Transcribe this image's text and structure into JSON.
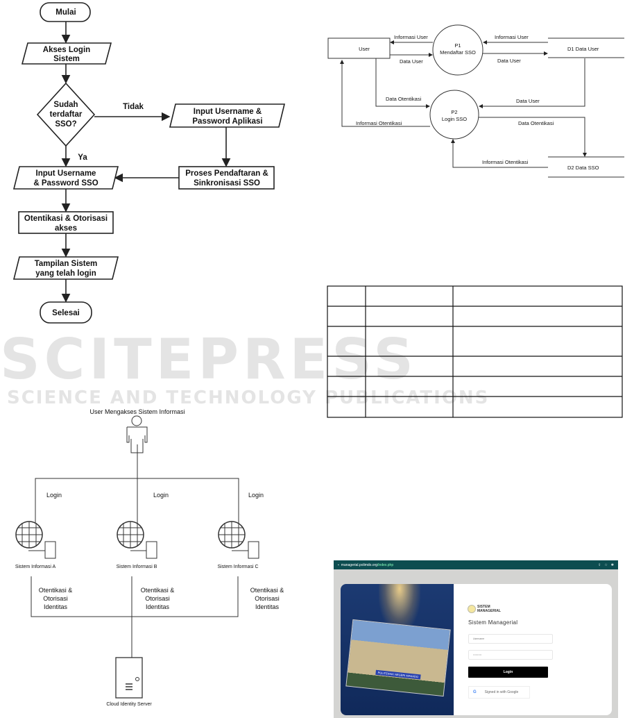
{
  "watermark": {
    "big": "SCITEPRESS",
    "small": "SCIENCE AND TECHNOLOGY PUBLICATIONS"
  },
  "flowchart": {
    "start": "Mulai",
    "access": [
      "Akses Login",
      "Sistem"
    ],
    "decision": [
      "Sudah",
      "terdaftar",
      "SSO?"
    ],
    "no": "Tidak",
    "yes": "Ya",
    "input_app": [
      "Input Username &",
      "Password Aplikasi"
    ],
    "register": [
      "Proses Pendaftaran &",
      "Sinkronisasi SSO"
    ],
    "input_sso": [
      "Input Username",
      "& Password SSO"
    ],
    "auth": [
      "Otentikasi & Otorisasi",
      "akses"
    ],
    "display": [
      "Tampilan Sistem",
      "yang telah login"
    ],
    "end": "Selesai"
  },
  "dfd": {
    "user": "User",
    "p1": [
      "P1",
      "Mendaftar SSO"
    ],
    "p2": [
      "P2",
      "Login SSO"
    ],
    "d1": "D1    Data User",
    "d2": "D2    Data SSO",
    "flows": {
      "info_user_1": "Informasi User",
      "data_user_1": "Data User",
      "info_user_2": "Informasi User",
      "data_user_2": "Data User",
      "data_otentikasi_1": "Data Otentikasi",
      "data_user_3": "Data User",
      "info_otentikasi_1": "Informasi Otentikasi",
      "data_otentikasi_2": "Data Otentikasi",
      "info_otentikasi_2": "Informasi Otentikasi"
    }
  },
  "network": {
    "title": "User Mengakses Sistem Informasi",
    "login": "Login",
    "systems": [
      "Sistem Informasi A",
      "Sistem Informasi B",
      "Sistem Informasi C"
    ],
    "auth": [
      "Otentikasi &",
      "Otorisasi",
      "Identitas"
    ],
    "server": "Cloud Identity Server"
  },
  "screenshot": {
    "url_host": "managerial.polimdo.org",
    "url_path": "/index.php",
    "logo_text": [
      "SISTEM",
      "MANAGERIAL"
    ],
    "title": "Sistem Managerial",
    "username_placeholder": "Username",
    "password_value": "••••••••••",
    "login_button": "Login",
    "google_button": "Signed in with Google",
    "building_sign": "POLITEKNIK NEGERI MANADO"
  }
}
